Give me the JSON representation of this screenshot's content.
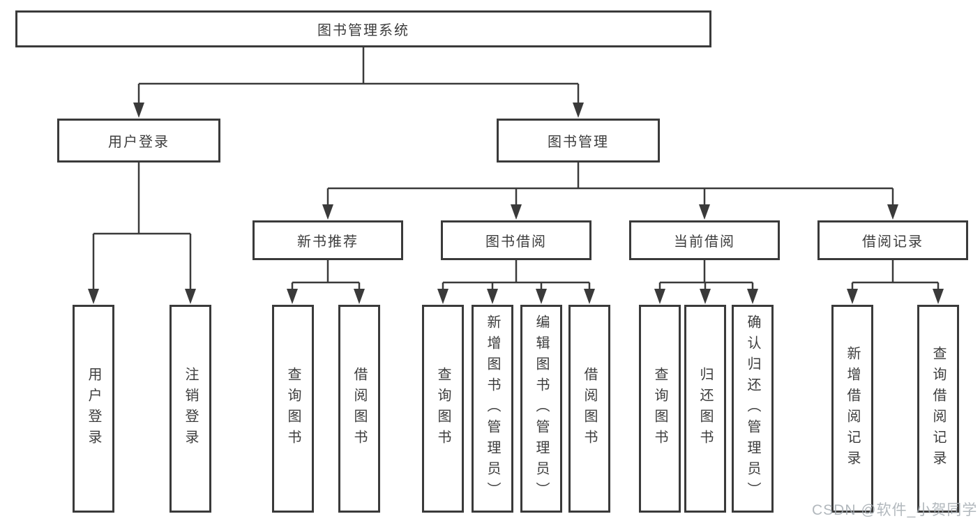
{
  "tree": {
    "root": {
      "label": "图书管理系统"
    },
    "user_login": {
      "label": "用户登录",
      "children": {
        "login": "用户登录",
        "logout": "注销登录"
      }
    },
    "book_mgmt": {
      "label": "图书管理",
      "sections": {
        "new_rec": {
          "label": "新书推荐",
          "children": {
            "query": "查询图书",
            "borrow": "借阅图书"
          }
        },
        "borrowing": {
          "label": "图书借阅",
          "children": {
            "query": "查询图书",
            "add": "新增图书（管理员）",
            "edit": "编辑图书（管理员）",
            "borrow": "借阅图书"
          }
        },
        "current": {
          "label": "当前借阅",
          "children": {
            "query": "查询图书",
            "return": "归还图书",
            "confirm": "确认归还（管理员）"
          }
        },
        "records": {
          "label": "借阅记录",
          "children": {
            "add": "新增借阅记录",
            "query": "查询借阅记录"
          }
        }
      }
    }
  },
  "watermark": "CSDN @软件_小贺同学",
  "colors": {
    "line": "#3a3a3a",
    "text": "#3d3d3d",
    "background": "#ffffff",
    "watermark": "#a5abb1"
  }
}
